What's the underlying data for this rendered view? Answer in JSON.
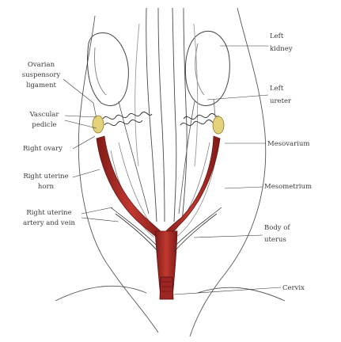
{
  "colors": {
    "uterus": "#b02c2a",
    "uterus_dark": "#7e1a18",
    "ovary": "#e3d27a",
    "ink": "#3b3b3b",
    "shade": "#9a9a9a"
  },
  "labels": {
    "left_kidney_l1": "Left",
    "left_kidney_l2": "kidney",
    "left_ureter_l1": "Left",
    "left_ureter_l2": "ureter",
    "mesovarium": "Mesovarium",
    "mesometrium": "Mesometrium",
    "body_uterus_l1": "Body of",
    "body_uterus_l2": "uterus",
    "cervix": "Cervix",
    "ovarian_l1": "Ovarian",
    "ovarian_l2": "suspensory",
    "ovarian_l3": "ligament",
    "vascular_l1": "Vascular",
    "vascular_l2": "pedicle",
    "right_ovary": "Right ovary",
    "right_horn_l1": "Right uterine",
    "right_horn_l2": "horn",
    "right_artery_l1": "Right uterine",
    "right_artery_l2": "artery and vein"
  }
}
